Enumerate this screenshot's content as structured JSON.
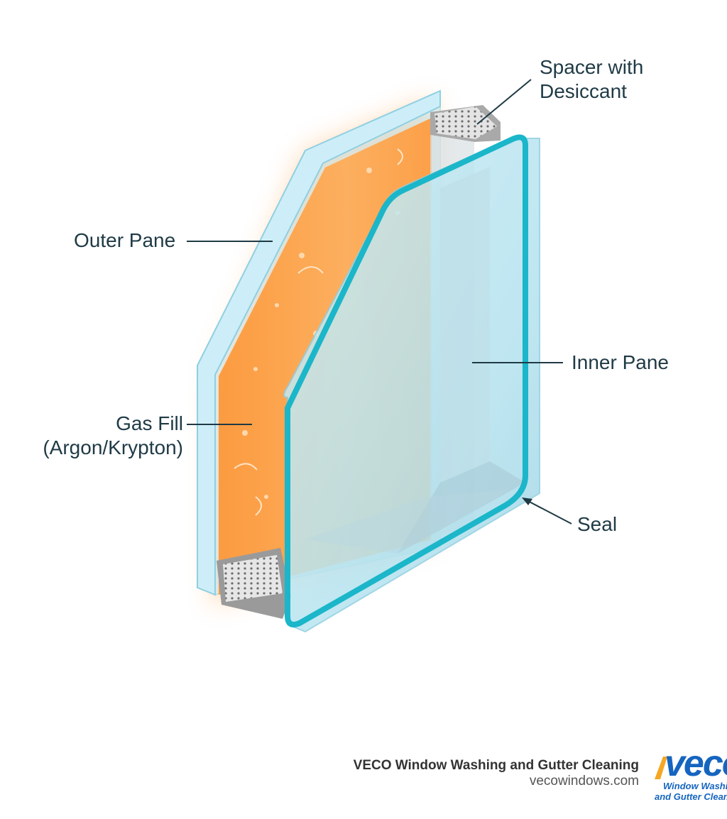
{
  "labels": {
    "spacer_line1": "Spacer with",
    "spacer_line2": "Desiccant",
    "outer_pane": "Outer Pane",
    "inner_pane": "Inner Pane",
    "gas_fill_line1": "Gas Fill",
    "gas_fill_line2": "(Argon/Krypton)",
    "seal": "Seal"
  },
  "credit": {
    "company": "VECO Window Washing and Gutter Cleaning",
    "url": "vecowindows.com"
  },
  "logo": {
    "word": "veco",
    "line1": "Window Washing",
    "line2": "and Gutter Cleaning"
  },
  "colors": {
    "glass": "#bfe6f2",
    "glass_edge": "#8fcfe2",
    "gas": "#ff9a3c",
    "seal": "#1bb6c9",
    "spacer": "#9a9a9a",
    "text": "#1f3a45",
    "logo_blue": "#1565c0",
    "logo_orange": "#f5a623"
  }
}
